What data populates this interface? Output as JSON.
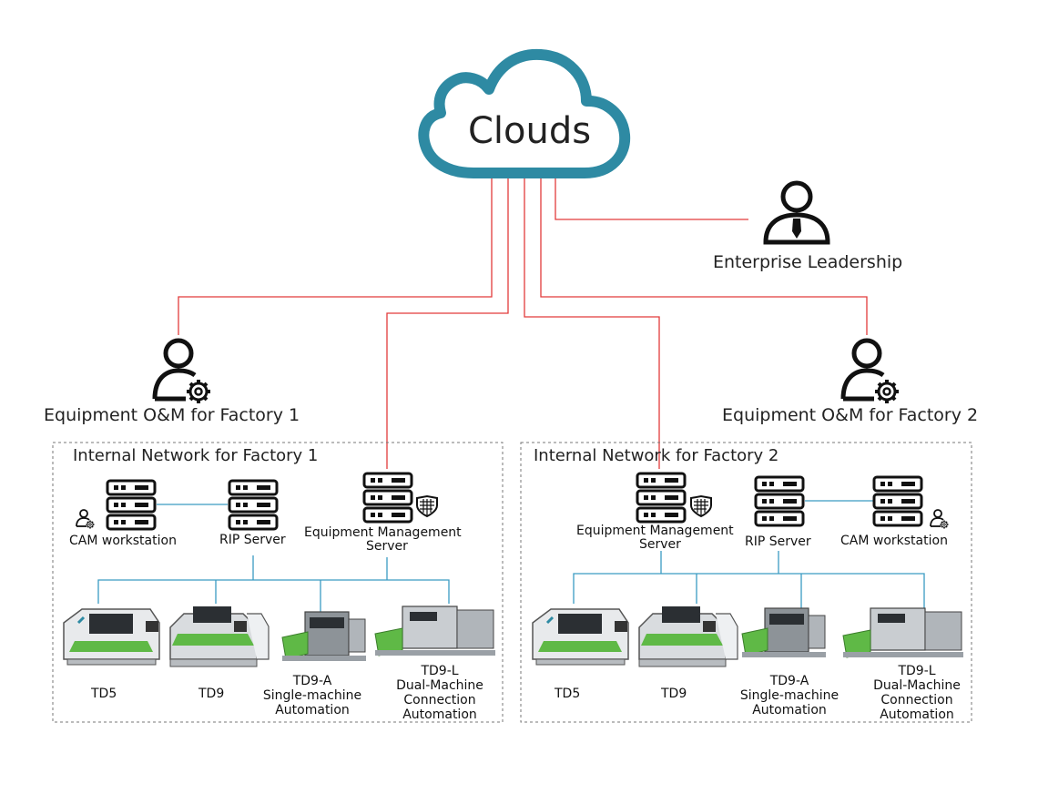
{
  "cloud": {
    "label": "Clouds"
  },
  "leadership": {
    "label": "Enterprise Leadership"
  },
  "factory1": {
    "om_label": "Equipment O&M for Factory 1",
    "network_title": "Internal Network for Factory 1",
    "cam_label": "CAM workstation",
    "rip_label": "RIP Server",
    "ems_label_line1": "Equipment Management",
    "ems_label_line2": "Server",
    "machines": [
      {
        "label": "TD5"
      },
      {
        "label": "TD9"
      },
      {
        "label_line1": "TD9-A",
        "label_line2": "Single-machine",
        "label_line3": "Automation"
      },
      {
        "label_line1": "TD9-L",
        "label_line2": "Dual-Machine",
        "label_line3": "Connection",
        "label_line4": "Automation"
      }
    ]
  },
  "factory2": {
    "om_label": "Equipment O&M for Factory 2",
    "network_title": "Internal Network for Factory 2",
    "cam_label": "CAM workstation",
    "rip_label": "RIP Server",
    "ems_label_line1": "Equipment Management",
    "ems_label_line2": "Server",
    "machines": [
      {
        "label": "TD5"
      },
      {
        "label": "TD9"
      },
      {
        "label_line1": "TD9-A",
        "label_line2": "Single-machine",
        "label_line3": "Automation"
      },
      {
        "label_line1": "TD9-L",
        "label_line2": "Dual-Machine",
        "label_line3": "Connection",
        "label_line4": "Automation"
      }
    ]
  },
  "colors": {
    "cloud_stroke": "#2e8aa3",
    "link_red": "#e23b3b",
    "link_blue": "#3a9cc2",
    "machine_green": "#5fb946",
    "machine_grey": "#9aa0a6"
  }
}
